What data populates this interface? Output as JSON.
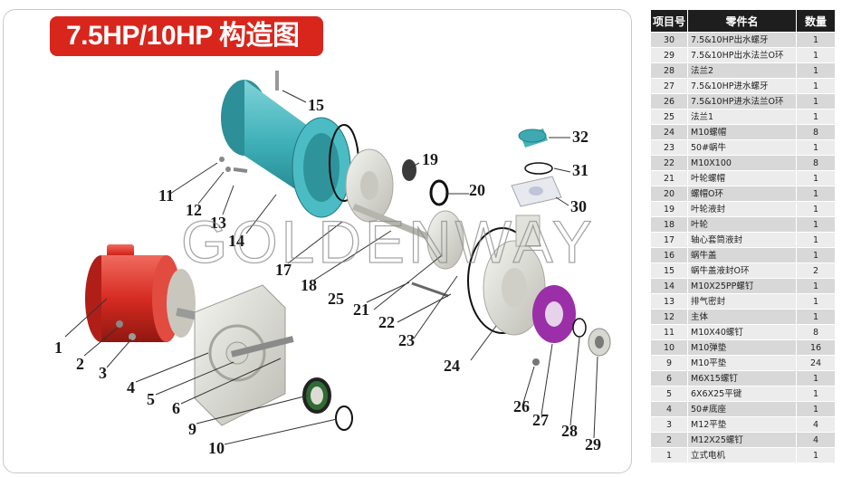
{
  "diagram": {
    "title": "7.5HP/10HP 构造图",
    "watermark": "GOLDENWAY",
    "callouts": [
      "1",
      "2",
      "3",
      "4",
      "5",
      "6",
      "9",
      "10",
      "11",
      "12",
      "13",
      "14",
      "15",
      "17",
      "18",
      "19",
      "20",
      "21",
      "22",
      "23",
      "24",
      "25",
      "26",
      "27",
      "28",
      "29",
      "30",
      "31",
      "32"
    ]
  },
  "parts_table": {
    "headers": [
      "项目号",
      "零件名",
      "数量"
    ],
    "rows": [
      {
        "no": "30",
        "name": "7.5&10HP出水螺牙",
        "qty": "1"
      },
      {
        "no": "29",
        "name": "7.5&10HP出水法兰O环",
        "qty": "1"
      },
      {
        "no": "28",
        "name": "法兰2",
        "qty": "1"
      },
      {
        "no": "27",
        "name": "7.5&10HP进水螺牙",
        "qty": "1"
      },
      {
        "no": "26",
        "name": "7.5&10HP进水法兰O环",
        "qty": "1"
      },
      {
        "no": "25",
        "name": "法兰1",
        "qty": "1"
      },
      {
        "no": "24",
        "name": "M10螺帽",
        "qty": "8"
      },
      {
        "no": "23",
        "name": "50#蜗牛",
        "qty": "1"
      },
      {
        "no": "22",
        "name": "M10X100",
        "qty": "8"
      },
      {
        "no": "21",
        "name": "叶轮螺帽",
        "qty": "1"
      },
      {
        "no": "20",
        "name": "螺帽O环",
        "qty": "1"
      },
      {
        "no": "19",
        "name": "叶轮液封",
        "qty": "1"
      },
      {
        "no": "18",
        "name": "叶轮",
        "qty": "1"
      },
      {
        "no": "17",
        "name": "轴心套筒液封",
        "qty": "1"
      },
      {
        "no": "16",
        "name": "蜗牛盖",
        "qty": "1"
      },
      {
        "no": "15",
        "name": "蜗牛盖液封O环",
        "qty": "2"
      },
      {
        "no": "14",
        "name": "M10X25PP螺钉",
        "qty": "1"
      },
      {
        "no": "13",
        "name": "排气密封",
        "qty": "1"
      },
      {
        "no": "12",
        "name": "主体",
        "qty": "1"
      },
      {
        "no": "11",
        "name": "M10X40螺钉",
        "qty": "8"
      },
      {
        "no": "10",
        "name": "M10弹垫",
        "qty": "16"
      },
      {
        "no": "9",
        "name": "M10平垫",
        "qty": "24"
      },
      {
        "no": "6",
        "name": "M6X15螺钉",
        "qty": "1"
      },
      {
        "no": "5",
        "name": "6X6X25平键",
        "qty": "1"
      },
      {
        "no": "4",
        "name": "50#底座",
        "qty": "1"
      },
      {
        "no": "3",
        "name": "M12平垫",
        "qty": "4"
      },
      {
        "no": "2",
        "name": "M12X25螺钉",
        "qty": "4"
      },
      {
        "no": "1",
        "name": "立式电机",
        "qty": "1"
      }
    ]
  },
  "colors": {
    "title_bg": "#d9261c",
    "motor_red": "#d62b22",
    "body_teal": "#3fb0b8",
    "flange_purple": "#9a2fa8",
    "header_black": "#1e1e1e"
  }
}
